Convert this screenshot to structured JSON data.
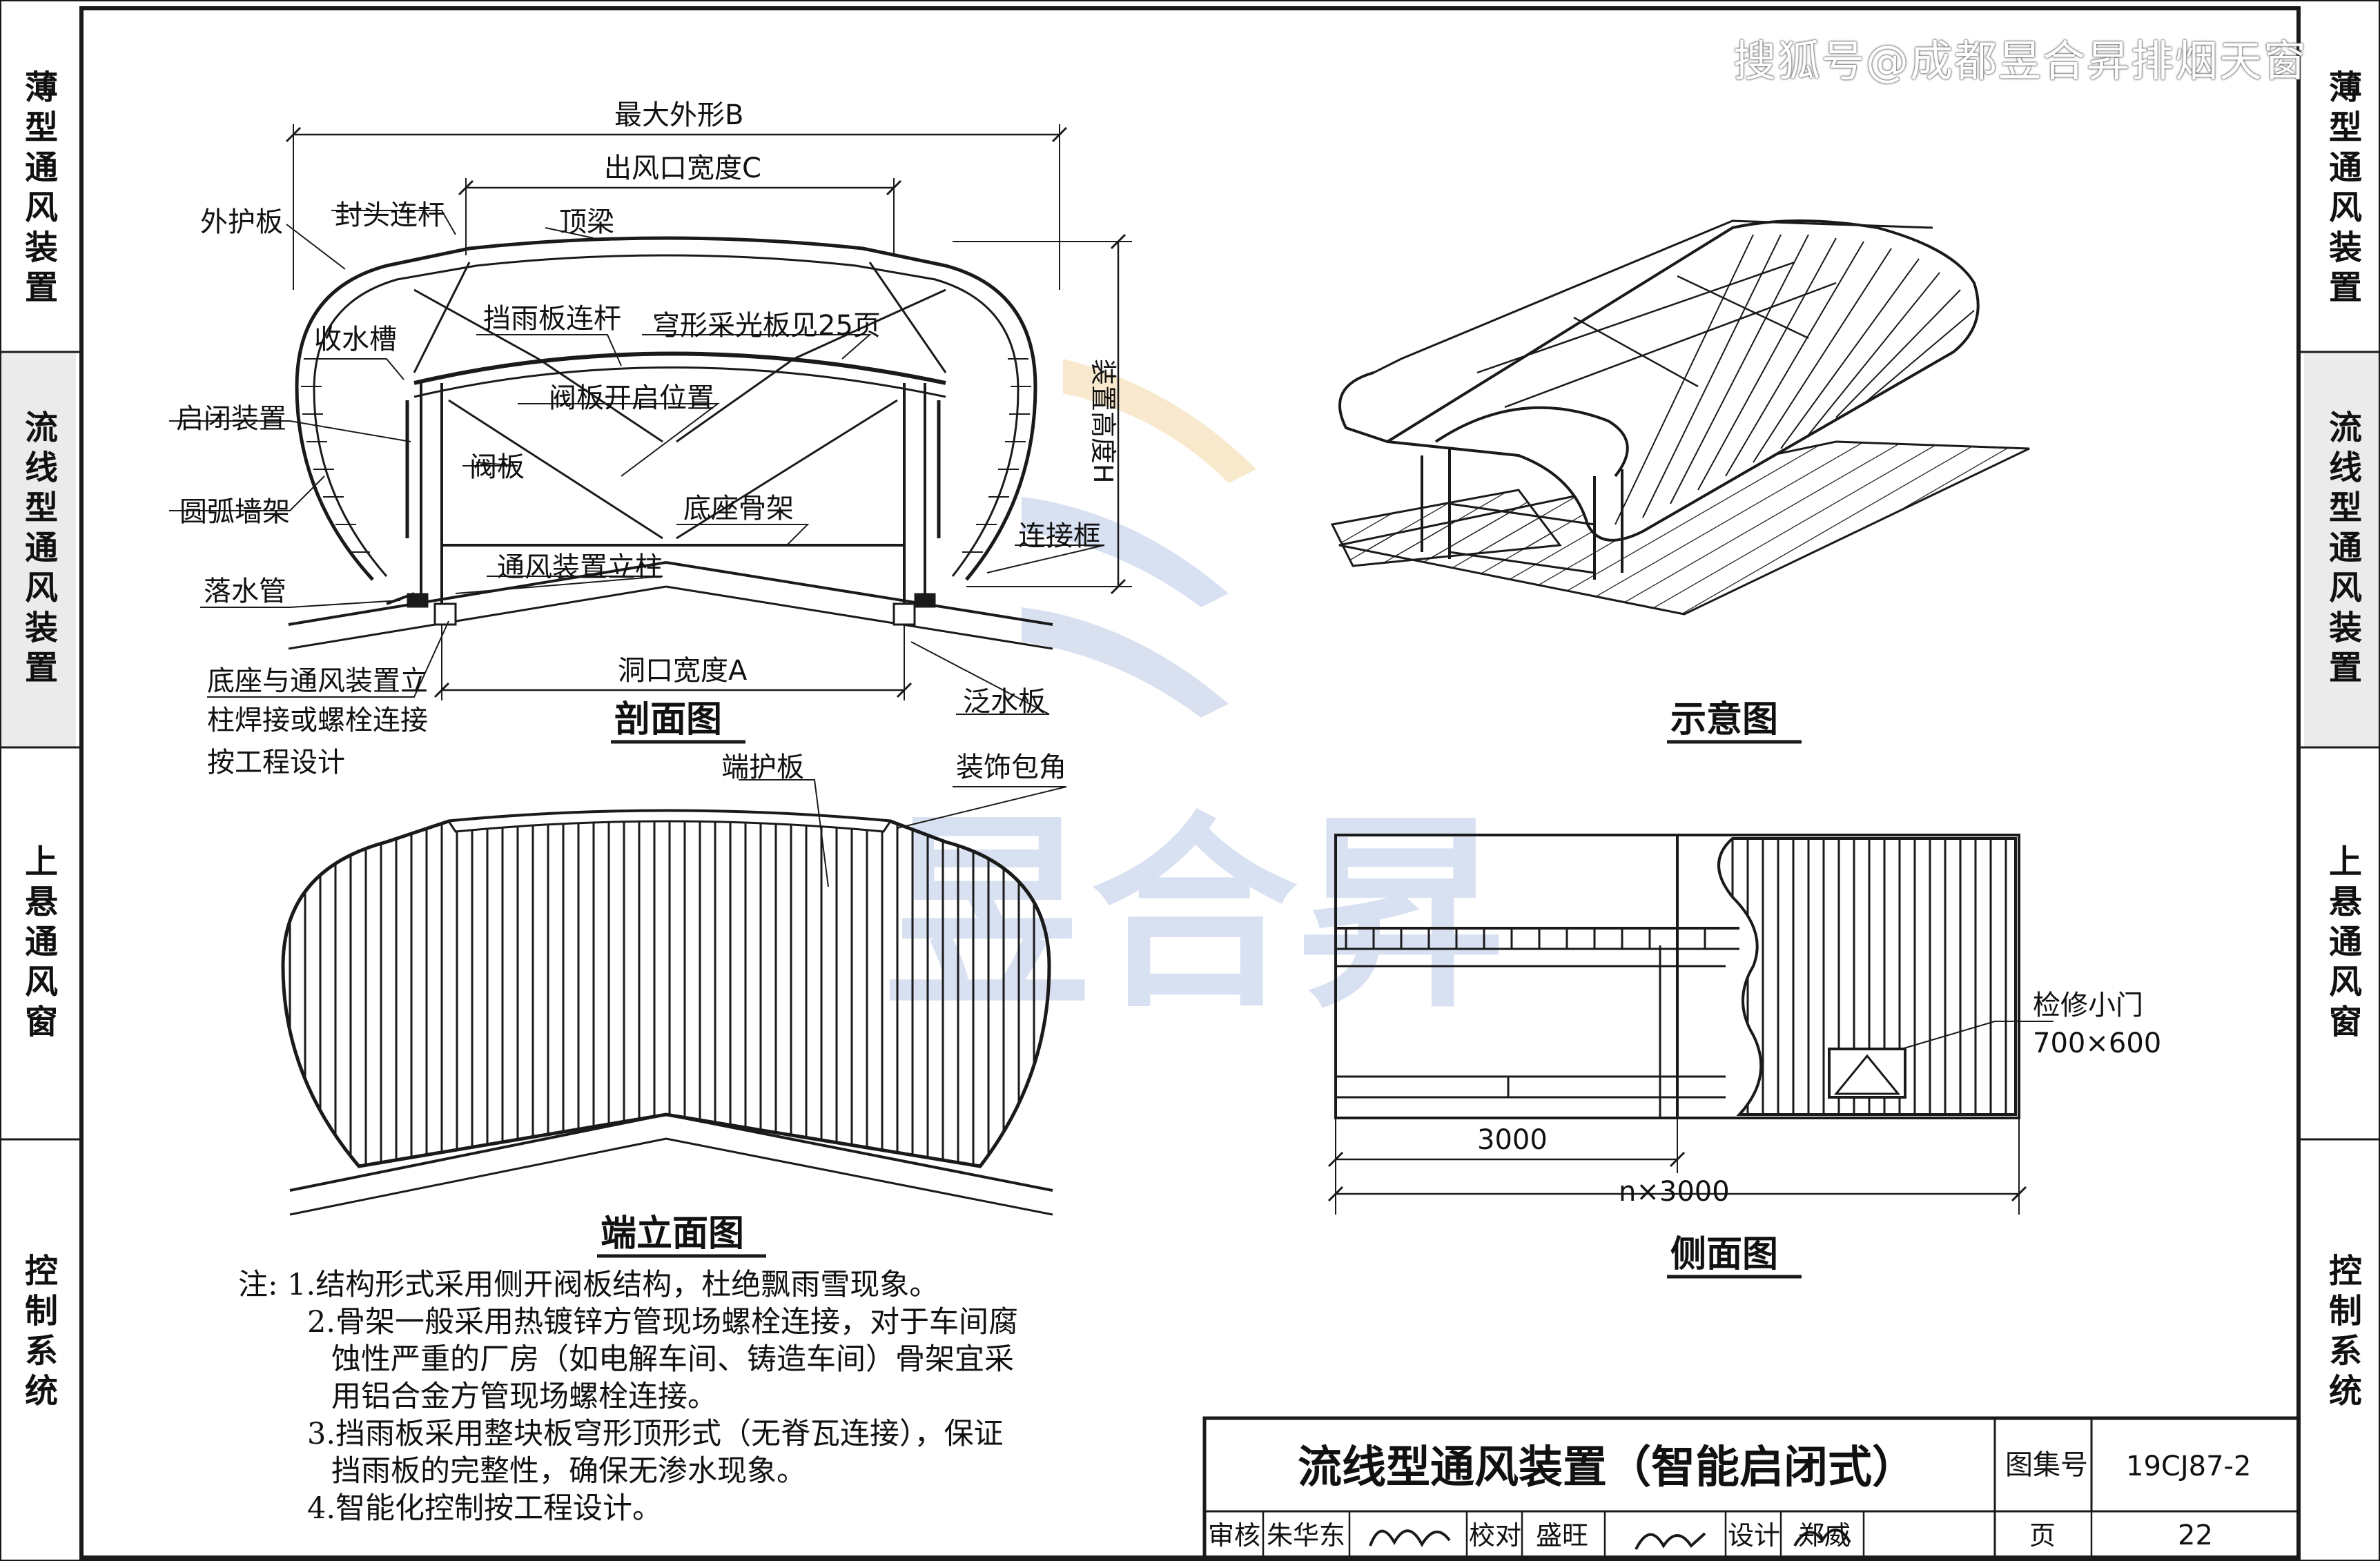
{
  "watermark": "搜狐号@成都昱合昇排烟天窗",
  "watermark_logo": "昱合昇",
  "left_tabs": [
    {
      "label": "薄型通风装置"
    },
    {
      "label": "流线型通风装置",
      "active": true
    },
    {
      "label": "上悬通风窗"
    },
    {
      "label": "控制系统"
    }
  ],
  "right_tabs": [
    {
      "label": "薄型通风装置"
    },
    {
      "label": "流线型通风装置",
      "active": true
    },
    {
      "label": "上悬通风窗"
    },
    {
      "label": "控制系统"
    }
  ],
  "section": {
    "title": "剖面图",
    "dim_max": "最大外形B",
    "dim_outlet": "出风口宽度C",
    "dim_opening": "洞口宽度A",
    "dim_height": "装置高度H",
    "labels": {
      "outer_panel": "外护板",
      "end_rod": "封头连杆",
      "top_beam": "顶梁",
      "gutter": "收水槽",
      "rain_rod": "挡雨板连杆",
      "arch_panel": "穹形采光板见25页",
      "switch_device": "启闭装置",
      "valve_pos": "阀板开启位置",
      "valve": "阀板",
      "arc_frame": "圆弧墙架",
      "base_frame": "底座骨架",
      "connect_frame": "连接框",
      "downpipe": "落水管",
      "column": "通风装置立柱",
      "flashing": "泛水板",
      "note1": "底座与通风装置立",
      "note2": "柱焊接或螺栓连接",
      "note3": "按工程设计"
    }
  },
  "schematic": {
    "title": "示意图"
  },
  "end_elevation": {
    "title": "端立面图",
    "end_panel": "端护板",
    "corner": "装饰包角"
  },
  "side_elevation": {
    "title": "侧面图",
    "door": "检修小门",
    "door_size": "700×600",
    "dim_unit": "3000",
    "dim_total": "n×3000"
  },
  "notes": {
    "prefix": "注:",
    "lines": [
      "1.结构形式采用侧开阀板结构，杜绝飘雨雪现象。",
      "2.骨架一般采用热镀锌方管现场螺栓连接，对于车间腐",
      "蚀性严重的厂房（如电解车间、铸造车间）骨架宜采",
      "用铝合金方管现场螺栓连接。",
      "3.挡雨板采用整块板穹形顶形式（无脊瓦连接），保证",
      "挡雨板的完整性，确保无渗水现象。",
      "4.智能化控制按工程设计。"
    ]
  },
  "titleblock": {
    "title": "流线型通风装置（智能启闭式）",
    "atlas_label": "图集号",
    "atlas_no": "19CJ87-2",
    "review_label": "审核",
    "reviewer": "朱华东",
    "check_label": "校对",
    "checker": "盛旺",
    "design_label": "设计",
    "designer": "郑威",
    "page_label": "页",
    "page_no": "22"
  },
  "colors": {
    "line": "#1a1a1a",
    "tab_shade": "#ebebeb",
    "watermark_blue": "#b9c9e6",
    "watermark_orange": "#f3d6a4"
  }
}
